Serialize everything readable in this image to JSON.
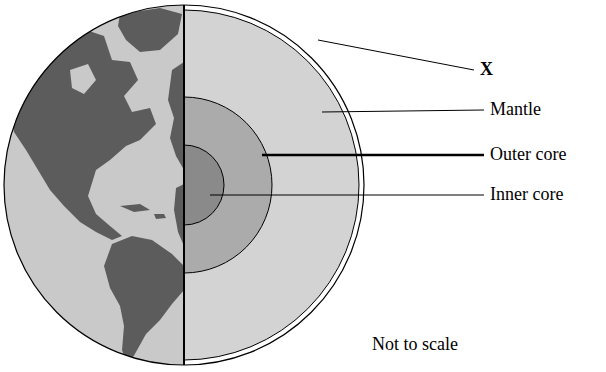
{
  "diagram": {
    "labels": [
      "X",
      "Mantle",
      "Outer core",
      "Inner core",
      "Not to scale"
    ]
  }
}
